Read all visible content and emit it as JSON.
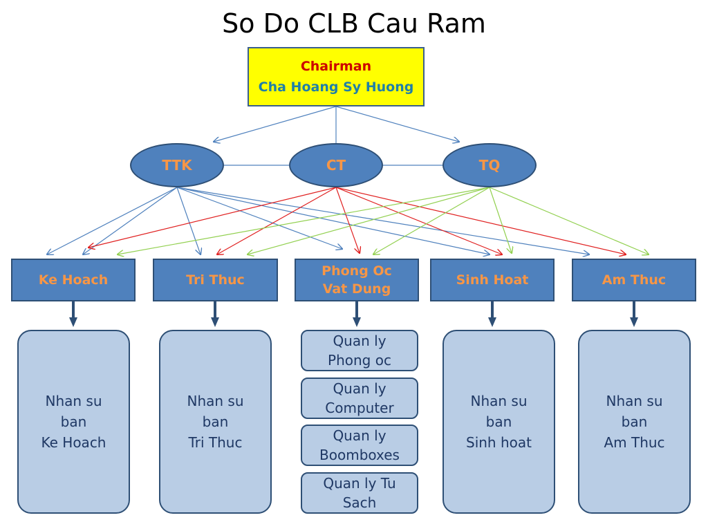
{
  "title": "So Do CLB Cau Ram",
  "chairman": {
    "role": "Chairman",
    "name": "Cha Hoang Sy Huong"
  },
  "leaders": [
    "TTK",
    "CT",
    "TQ"
  ],
  "departments": [
    {
      "line1": "Ke Hoach",
      "line2": ""
    },
    {
      "line1": "Tri Thuc",
      "line2": ""
    },
    {
      "line1": "Phong Oc",
      "line2": "Vat Dung"
    },
    {
      "line1": "Sinh Hoat",
      "line2": ""
    },
    {
      "line1": "Am Thuc",
      "line2": ""
    }
  ],
  "staff_boxes": [
    {
      "l1": "Nhan su",
      "l2": "ban",
      "l3": "Ke Hoach"
    },
    {
      "l1": "Nhan su",
      "l2": "ban",
      "l3": "Tri Thuc"
    },
    {
      "l1": "Nhan su",
      "l2": "ban",
      "l3": "Sinh hoat"
    },
    {
      "l1": "Nhan su",
      "l2": "ban",
      "l3": "Am Thuc"
    }
  ],
  "sub_tasks": [
    {
      "l1": "Quan ly",
      "l2": "Phong oc"
    },
    {
      "l1": "Quan ly",
      "l2": "Computer"
    },
    {
      "l1": "Quan ly",
      "l2": "Boomboxes"
    },
    {
      "l1": "Quan ly Tu",
      "l2": "Sach"
    }
  ],
  "colors": {
    "ttk_arrows": "#4f81bd",
    "ct_arrows": "#e02020",
    "tq_arrows": "#92d050",
    "chair_fill": "#ffff00",
    "node_fill": "#4f81bd",
    "label_text": "#f79646",
    "box_fill": "#b9cde5"
  }
}
